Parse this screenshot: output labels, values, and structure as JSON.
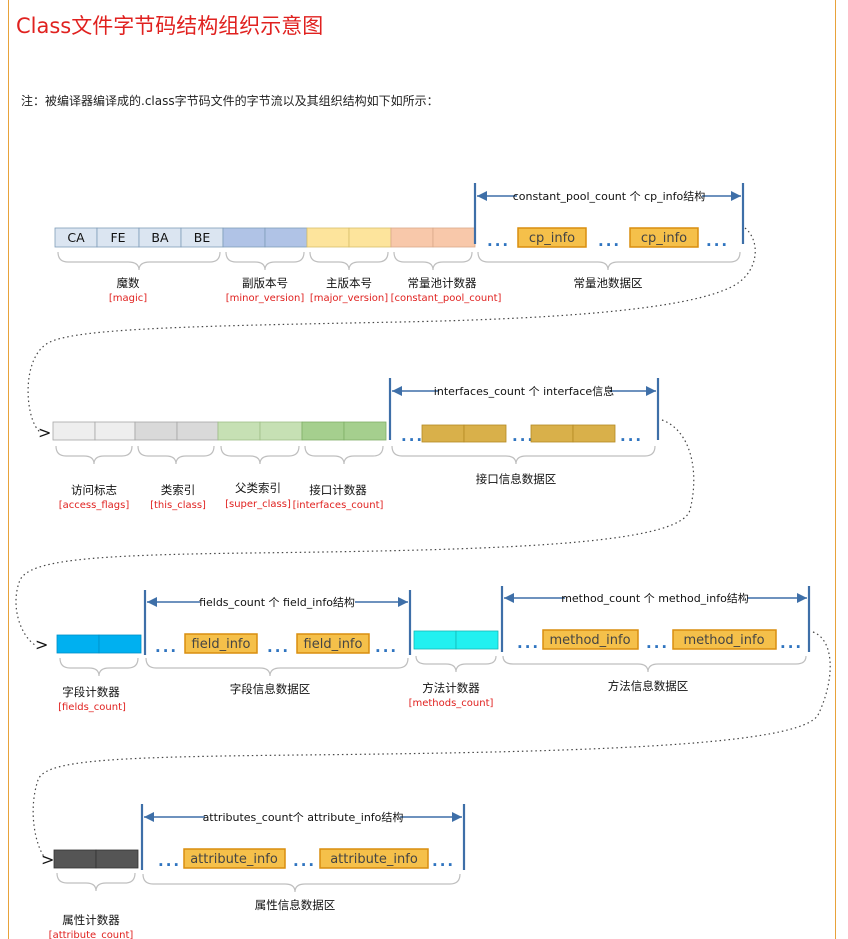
{
  "title": "Class文件字节码结构组织示意图",
  "note": "注：被编译器编译成的.class字节码文件的字节流以及其组织结构如下如所示：",
  "ellipsis": "...",
  "magic_bytes": [
    "CA",
    "FE",
    "BA",
    "BE"
  ],
  "row1": {
    "magic": {
      "label": "魔数",
      "sub": "[magic]"
    },
    "minor": {
      "label": "副版本号",
      "sub": "[minor_version]"
    },
    "major": {
      "label": "主版本号",
      "sub": "[major_version]"
    },
    "cp_count": {
      "label": "常量池计数器",
      "sub": "[constant_pool_count]"
    },
    "cp_area": {
      "label": "常量池数据区",
      "span": "constant_pool_count 个 cp_info结构",
      "item": "cp_info"
    }
  },
  "row2": {
    "access": {
      "label": "访问标志",
      "sub": "[access_flags]"
    },
    "this_class": {
      "label": "类索引",
      "sub": "[this_class]"
    },
    "super_class": {
      "label": "父类索引",
      "sub": "[super_class]"
    },
    "if_count": {
      "label": "接口计数器",
      "sub": "[interfaces_count]"
    },
    "if_area": {
      "label": "接口信息数据区",
      "span": "interfaces_count 个 interface信息"
    }
  },
  "row3": {
    "f_count": {
      "label": "字段计数器",
      "sub": "[fields_count]"
    },
    "f_area": {
      "label": "字段信息数据区",
      "span": "fields_count 个 field_info结构",
      "item": "field_info"
    },
    "m_count": {
      "label": "方法计数器",
      "sub": "[methods_count]"
    },
    "m_area": {
      "label": "方法信息数据区",
      "span": "method_count 个 method_info结构",
      "item": "method_info"
    }
  },
  "row4": {
    "a_count": {
      "label": "属性计数器",
      "sub": "[attribute_count]"
    },
    "a_area": {
      "label": "属性信息数据区",
      "span": "attributes_count个 attribute_info结构",
      "item": "attribute_info"
    }
  },
  "colors": {
    "magic": "#dbe5f1",
    "minor": "#b0c3e6",
    "major": "#fde49c",
    "cp_count": "#f8c8aa",
    "access": "#eeeeee",
    "this_class": "#d9d9d9",
    "super_class": "#c6e0b4",
    "if_count": "#a5cf8e",
    "if_item": "#d9b04a",
    "f_count": "#00b0f0",
    "m_count": "#22f0f0",
    "a_count": "#555555",
    "info_fill": "#f5c04a",
    "span": "#3e6fa8",
    "title": "#e0211f"
  }
}
